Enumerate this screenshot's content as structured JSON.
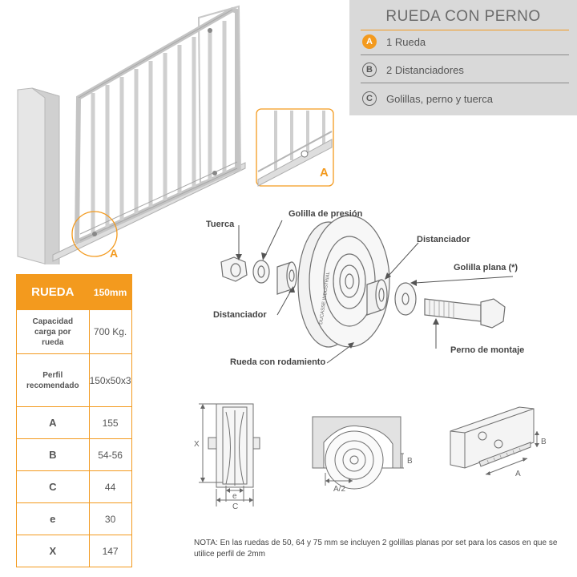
{
  "legend": {
    "title": "RUEDA CON PERNO",
    "items": [
      {
        "badge": "A",
        "text": "1 Rueda"
      },
      {
        "badge": "B",
        "text": "2 Distanciadores"
      },
      {
        "badge": "C",
        "text": "Golillas, perno y tuerca"
      }
    ]
  },
  "callouts": {
    "gate_marker": "A",
    "detail_marker": "A"
  },
  "parts": {
    "tuerca": "Tuerca",
    "golilla_presion": "Golilla de presión",
    "distanciador_top": "Distanciador",
    "golilla_plana": "Golilla plana (*)",
    "distanciador_left": "Distanciador",
    "perno": "Perno de montaje",
    "rueda": "Rueda con rodamiento",
    "wheel_text": "DUCASSE INDUSTRIAL"
  },
  "table": {
    "header": {
      "label": "RUEDA",
      "value": "150mm"
    },
    "rows": [
      {
        "label": "Capacidad carga por rueda",
        "value": "700 Kg."
      },
      {
        "label": "Perfil recomendado",
        "value": "150x50x3"
      },
      {
        "label": "A",
        "value": "155"
      },
      {
        "label": "B",
        "value": "54-56"
      },
      {
        "label": "C",
        "value": "44"
      },
      {
        "label": "e",
        "value": "30"
      },
      {
        "label": "X",
        "value": "147"
      }
    ]
  },
  "dims": {
    "x": "X",
    "e": "e",
    "c": "C",
    "a2": "A/2",
    "b1": "B",
    "a": "A",
    "b2": "B"
  },
  "note": "NOTA: En las ruedas de 50, 64 y 75 mm se incluyen 2 golillas planas por set para los casos en que se utilice perfil de 2mm",
  "colors": {
    "accent": "#f39a1e",
    "legend_bg": "#d9d9d9",
    "line": "#6f6f6f"
  }
}
